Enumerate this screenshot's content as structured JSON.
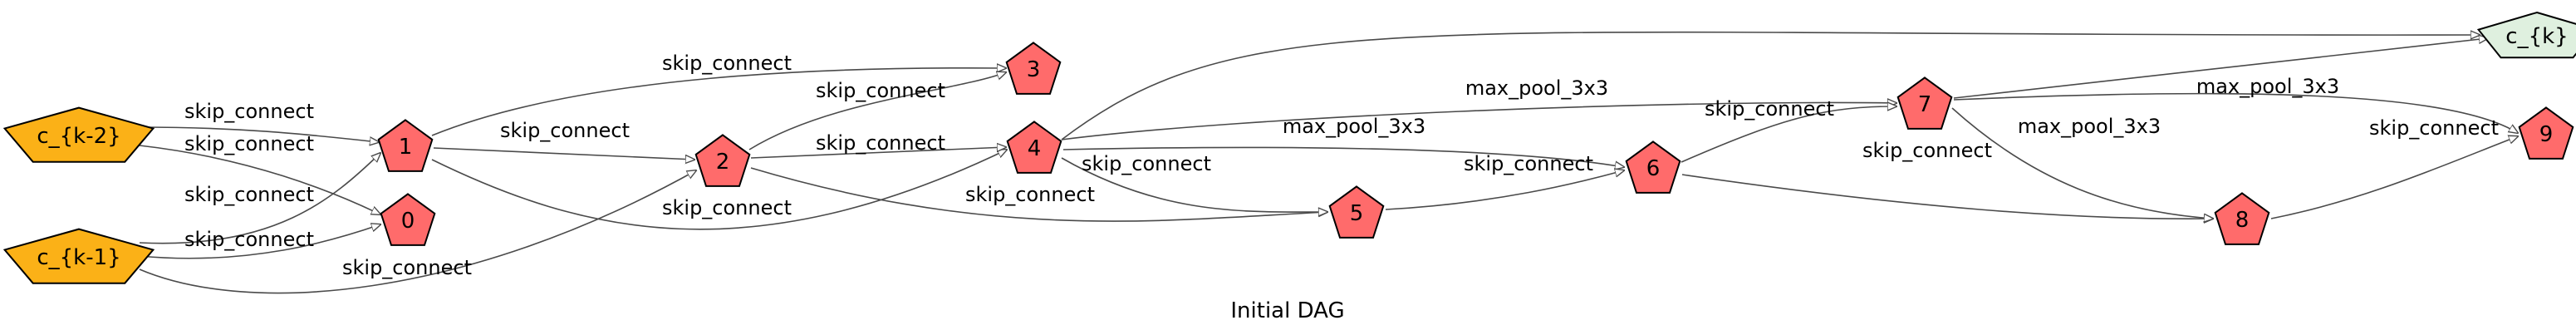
{
  "caption": "Initial DAG",
  "colors": {
    "input_fill": "#fbb117",
    "op_fill": "#ff6b6b",
    "output_fill": "#dff0df",
    "edge_stroke": "#4a4a4a"
  },
  "nodes": [
    {
      "id": "c_km2",
      "label": "c_{k-2}",
      "kind": "input"
    },
    {
      "id": "c_km1",
      "label": "c_{k-1}",
      "kind": "input"
    },
    {
      "id": "n0",
      "label": "0",
      "kind": "op"
    },
    {
      "id": "n1",
      "label": "1",
      "kind": "op"
    },
    {
      "id": "n2",
      "label": "2",
      "kind": "op"
    },
    {
      "id": "n3",
      "label": "3",
      "kind": "op"
    },
    {
      "id": "n4",
      "label": "4",
      "kind": "op"
    },
    {
      "id": "n5",
      "label": "5",
      "kind": "op"
    },
    {
      "id": "n6",
      "label": "6",
      "kind": "op"
    },
    {
      "id": "n7",
      "label": "7",
      "kind": "op"
    },
    {
      "id": "n8",
      "label": "8",
      "kind": "op"
    },
    {
      "id": "n9",
      "label": "9",
      "kind": "op"
    },
    {
      "id": "c_k",
      "label": "c_{k}",
      "kind": "output"
    }
  ],
  "edges": [
    {
      "from": "c_km2",
      "to": "n1",
      "label": "skip_connect"
    },
    {
      "from": "c_km2",
      "to": "n0",
      "label": "skip_connect"
    },
    {
      "from": "c_km1",
      "to": "n1",
      "label": "skip_connect"
    },
    {
      "from": "c_km1",
      "to": "n0",
      "label": "skip_connect"
    },
    {
      "from": "c_km1",
      "to": "n2",
      "label": "skip_connect"
    },
    {
      "from": "n1",
      "to": "n3",
      "label": "skip_connect"
    },
    {
      "from": "n1",
      "to": "n2",
      "label": "skip_connect"
    },
    {
      "from": "n1",
      "to": "n4",
      "label": "skip_connect"
    },
    {
      "from": "n2",
      "to": "n3",
      "label": "skip_connect"
    },
    {
      "from": "n2",
      "to": "n4",
      "label": "skip_connect"
    },
    {
      "from": "n2",
      "to": "n5",
      "label": "skip_connect"
    },
    {
      "from": "n4",
      "to": "c_k",
      "label": ""
    },
    {
      "from": "n4",
      "to": "n7",
      "label": "max_pool_3x3"
    },
    {
      "from": "n4",
      "to": "n6",
      "label": "max_pool_3x3"
    },
    {
      "from": "n4",
      "to": "n5",
      "label": "skip_connect"
    },
    {
      "from": "n5",
      "to": "n6",
      "label": "skip_connect"
    },
    {
      "from": "n6",
      "to": "n7",
      "label": "skip_connect"
    },
    {
      "from": "n6",
      "to": "n8",
      "label": "skip_connect"
    },
    {
      "from": "n7",
      "to": "c_k",
      "label": ""
    },
    {
      "from": "n7",
      "to": "n9",
      "label": "max_pool_3x3"
    },
    {
      "from": "n7",
      "to": "n8",
      "label": "max_pool_3x3"
    },
    {
      "from": "n8",
      "to": "n9",
      "label": "skip_connect"
    }
  ]
}
